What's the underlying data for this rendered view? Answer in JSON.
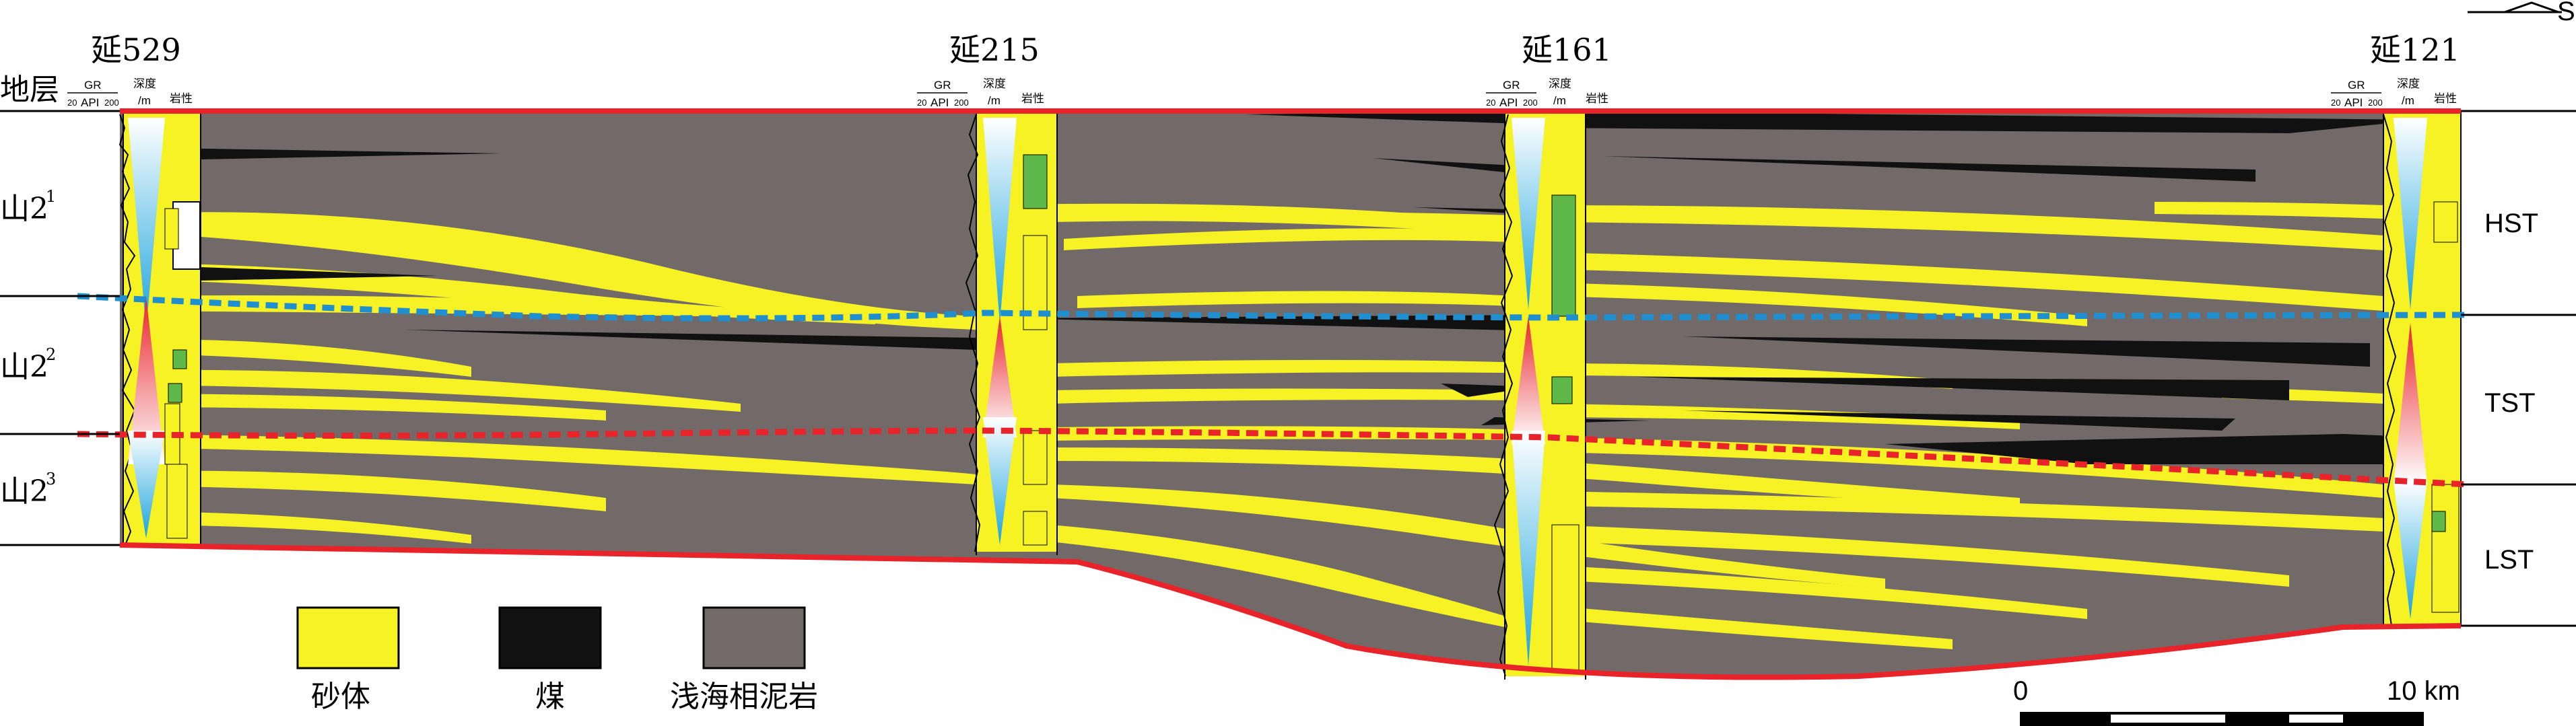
{
  "wells": [
    {
      "name": "延529"
    },
    {
      "name": "延215"
    },
    {
      "name": "延161"
    },
    {
      "name": "延121"
    }
  ],
  "track_headers": {
    "gr": "GR",
    "gr_unit": "API",
    "gr_min": "20",
    "gr_max": "200",
    "depth": "深度",
    "depth_unit": "/m",
    "lithology": "岩性"
  },
  "strata_header": "地层",
  "strata": [
    {
      "base": "山2",
      "sup": "1"
    },
    {
      "base": "山2",
      "sup": "2"
    },
    {
      "base": "山2",
      "sup": "3"
    }
  ],
  "sequences": [
    "HST",
    "TST",
    "LST"
  ],
  "legend": [
    {
      "label": "砂体",
      "color": "#f7f223"
    },
    {
      "label": "煤",
      "color": "#111111"
    },
    {
      "label": "浅海相泥岩",
      "color": "#726969"
    }
  ],
  "scale": {
    "start": "0",
    "end": "10 km"
  },
  "north_arrow": "S",
  "colors": {
    "sand": "#f7f223",
    "coal": "#111111",
    "mudstone": "#726969",
    "boundary": "#e8232a",
    "surface_blue": "#1f8fd0",
    "surface_red": "#e8232a"
  }
}
